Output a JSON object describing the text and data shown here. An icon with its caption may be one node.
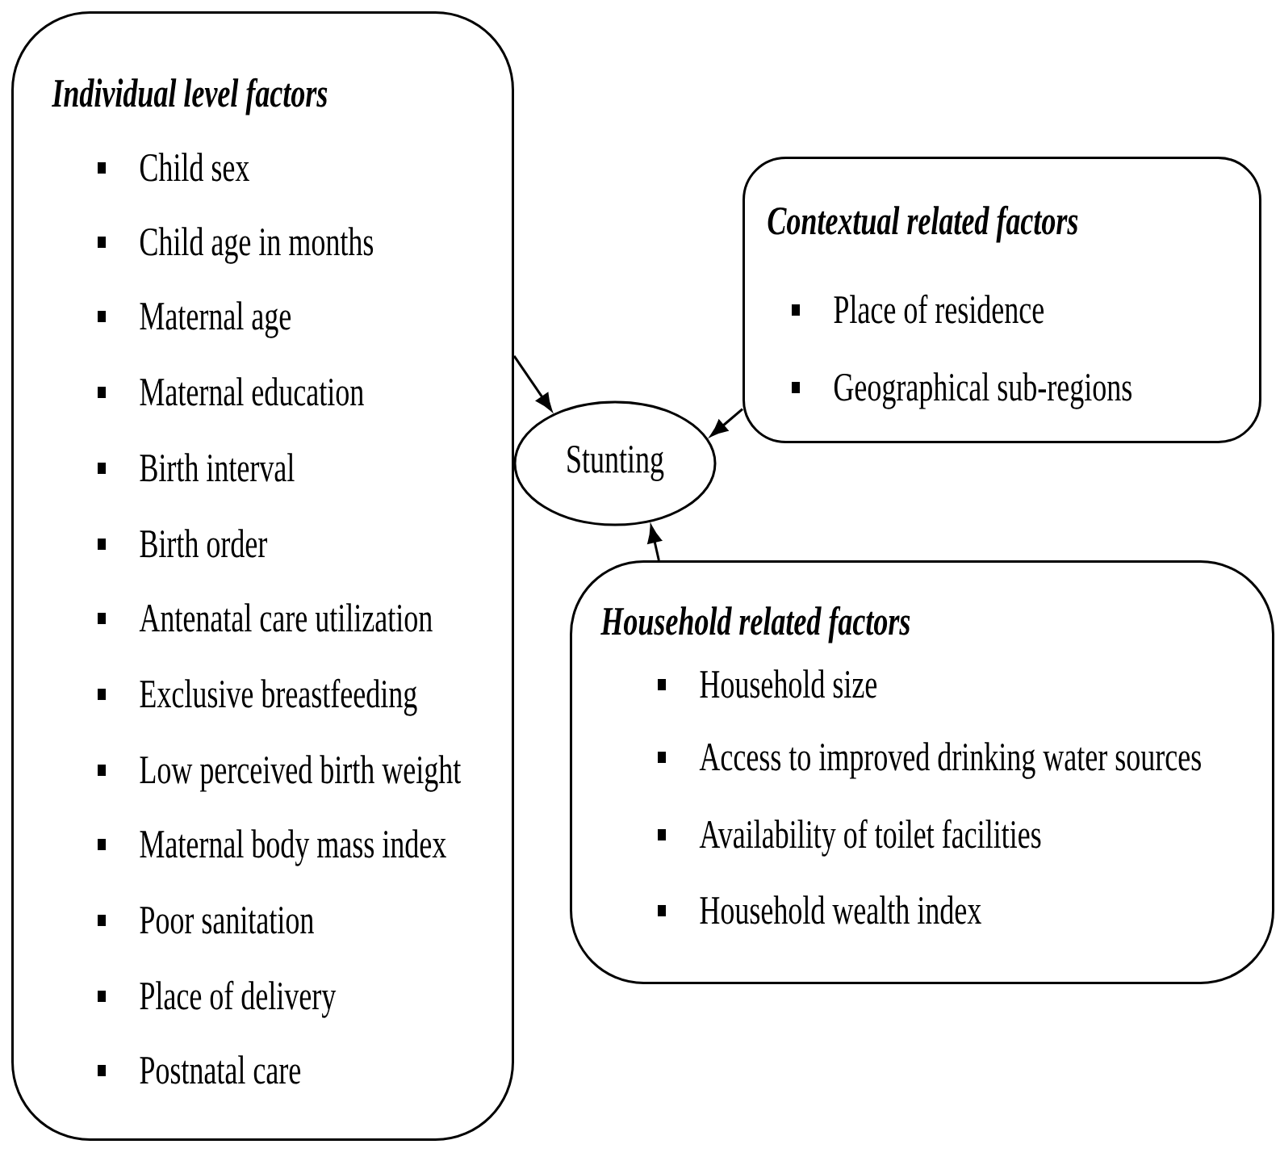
{
  "diagram": {
    "nodes": [
      {
        "text": [
          "Individual level factors",
          "Child sex",
          "Child age in months",
          "Maternal age",
          "Maternal education",
          "Birth interval",
          "Birth order",
          "Antenatal care utilization",
          "Exclusive breastfeeding",
          "Low perceived birth weight",
          "Maternal body mass index",
          "Poor sanitation",
          "Place of delivery",
          "Postnatal care"
        ]
      },
      {
        "text": [
          "Contextual related factors",
          "Place of residence",
          "Geographical sub-regions"
        ]
      },
      {
        "text": [
          "Stunting"
        ]
      },
      {
        "text": [
          "Household related factors",
          "Household size",
          "Access to improved drinking water sources",
          "Availability of toilet facilities",
          "Household wealth index"
        ]
      }
    ],
    "edges": [
      {
        "from": 0,
        "to": 2,
        "arrow": "to"
      },
      {
        "from": 1,
        "to": 2,
        "arrow": "to"
      },
      {
        "from": 3,
        "to": 2,
        "arrow": "to"
      }
    ]
  }
}
